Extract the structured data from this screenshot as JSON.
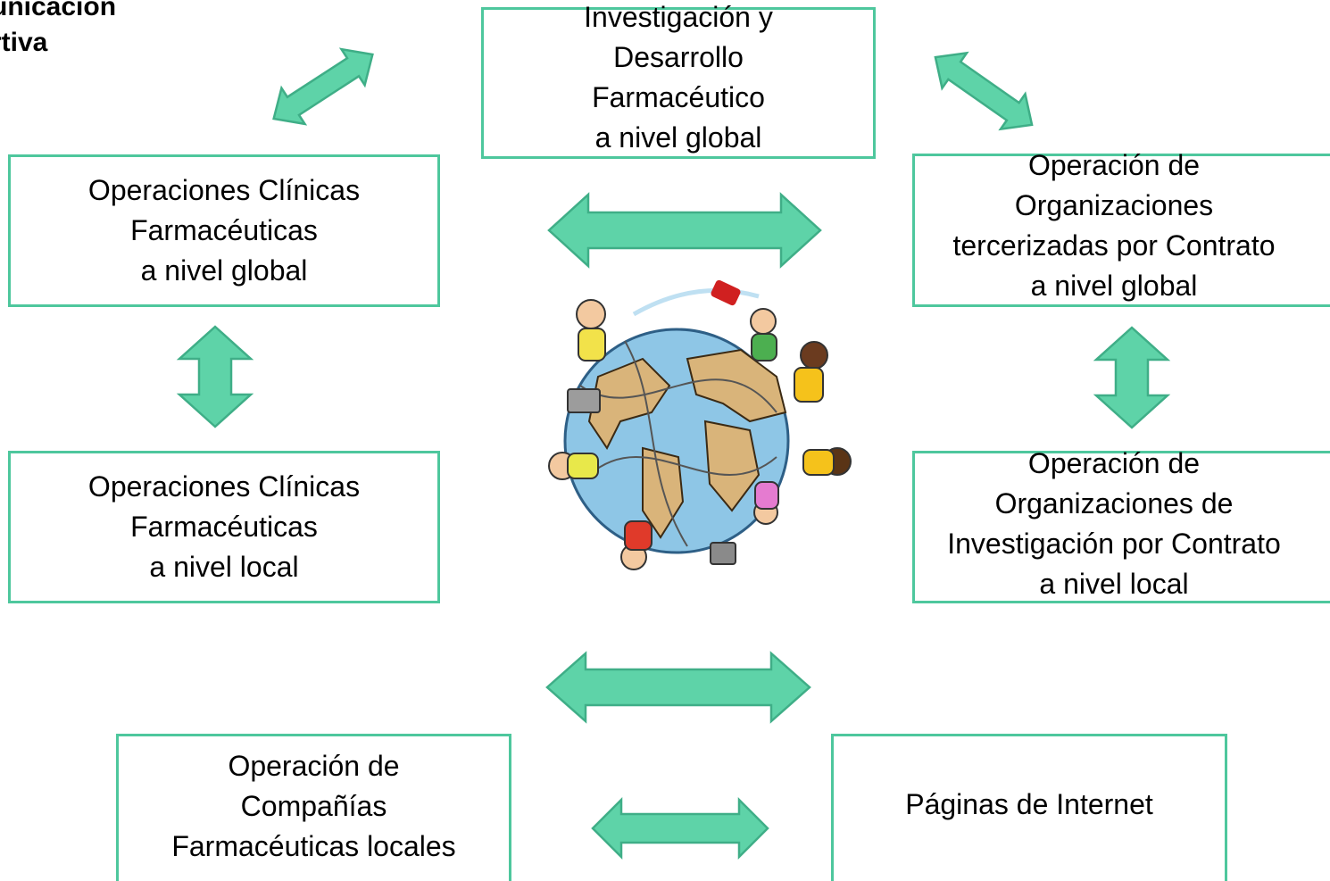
{
  "header": {
    "title": "unicación\nrtiva"
  },
  "boxes": {
    "rd_global": "Investigación y\nDesarrollo\nFarmacéutico\na nivel global",
    "clinical_global": "Operaciones Clínicas\nFarmacéuticas\na nivel global",
    "contract_global": "Operación de\nOrganizaciones\ntercerizadas por Contrato\na nivel global",
    "clinical_local": "Operaciones Clínicas\nFarmacéuticas\na nivel local",
    "cro_local": "Operación de\nOrganizaciones de\nInvestigación por Contrato\na nivel local",
    "pharma_local": "Operación de\nCompañías\nFarmacéuticas locales",
    "internet": "Páginas de Internet"
  },
  "colors": {
    "box_border": "#4ec79d",
    "arrow_fill": "#5ed3a8",
    "arrow_stroke": "#3fae87",
    "ocean": "#8ec6e6",
    "land": "#d9b47a"
  },
  "icons": {
    "connector": "double-headed-arrow",
    "center_image": "globe-with-children-illustration"
  }
}
